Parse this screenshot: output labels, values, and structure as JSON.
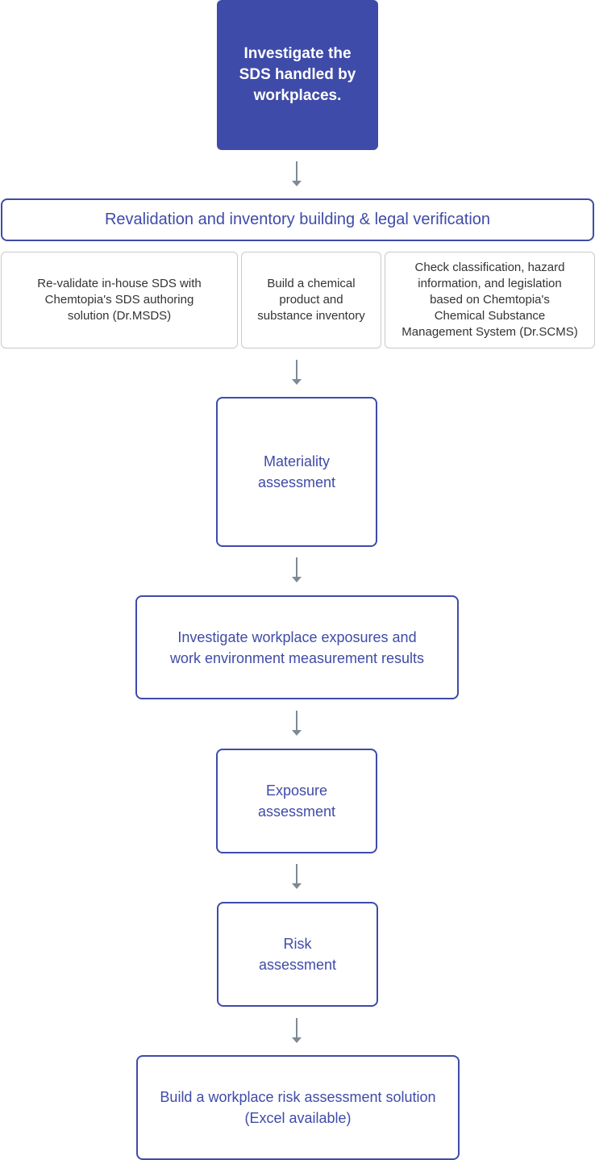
{
  "steps": {
    "investigate_sds": "Investigate the\nSDS handled by\nworkplaces.",
    "revalidation": "Revalidation and inventory building & legal verification",
    "sub_items": [
      "Re-validate in-house SDS with\nChemtopia's SDS authoring\nsolution (Dr.MSDS)",
      "Build a chemical\nproduct and\nsubstance  inventory",
      "Check classification, hazard\ninformation, and legislation\nbased on Chemtopia's\nChemical Substance\nManagement System (Dr.SCMS)"
    ],
    "materiality": "Materiality\nassessment",
    "workplace_exposures": "Investigate workplace exposures and\nwork environment measurement results",
    "exposure": "Exposure\nassessment",
    "risk": "Risk\nassessment",
    "build_solution": "Build a workplace risk assessment solution\n(Excel available)"
  },
  "colors": {
    "primary": "#3f4ba8",
    "arrow": "#7d8a96",
    "sub_border": "#c9c9c9"
  }
}
